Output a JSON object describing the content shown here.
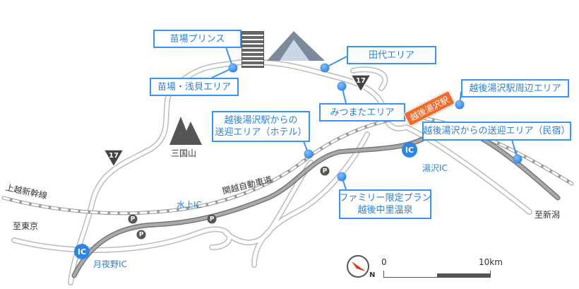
{
  "areas": {
    "naeba_prince": "苗場プリンス",
    "naeba_asakai": "苗場・浅貝エリア",
    "tashiro": "田代エリア",
    "mitsumata": "みつまたエリア",
    "yuzawa_station_area": "越後湯沢駅周辺エリア",
    "shuttle_minshuku": "越後湯沢からの送迎エリア（民宿）",
    "shuttle_hotel_line1": "越後湯沢駅からの",
    "shuttle_hotel_line2": "送迎エリア（ホテル）",
    "family_line1": "ファミリー限定プラン",
    "family_line2": "越後中里温泉"
  },
  "labels": {
    "station": "越後湯沢駅",
    "route_number": "17",
    "mountain": "三国山",
    "shinkansen": "上越新幹線",
    "expressway": "関越自動車道",
    "minakami_ic": "水上IC",
    "to_tokyo": "至東京",
    "tsukiyono_ic": "月夜野IC",
    "yuzawa_ic": "湯沢IC",
    "to_niigata": "至新潟",
    "ic_badge": "IC",
    "parking": "P",
    "north": "N",
    "scale_start": "0",
    "scale_end": "10km"
  },
  "colors": {
    "accent": "#3b94f0",
    "station": "#f06a2a",
    "road": "#8a8a8a"
  }
}
